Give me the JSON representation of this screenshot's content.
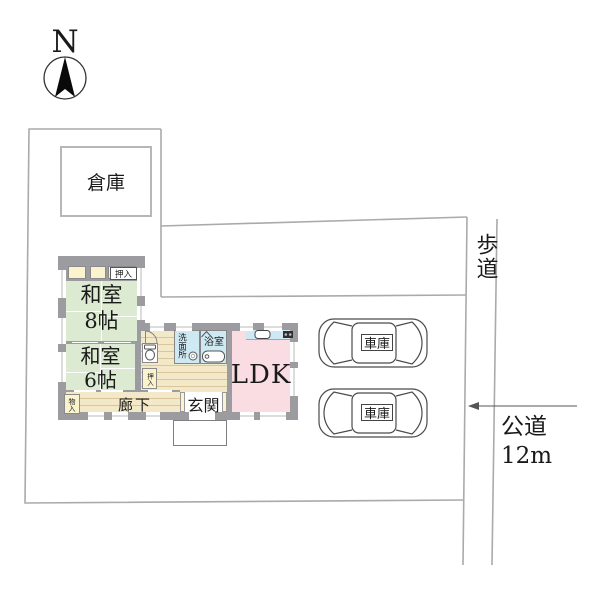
{
  "site_plan": {
    "compass_label": "N",
    "warehouse_label": "倉庫",
    "sidewalk_label": "歩道",
    "road_label": "公道",
    "road_width": "12m",
    "garage_label": "車庫"
  },
  "house": {
    "washitsu8": {
      "line1": "和室",
      "line2": "8帖"
    },
    "washitsu6": {
      "line1": "和室",
      "line2": "6帖"
    },
    "ldk_label": "LDK",
    "genkan_label": "玄関",
    "rouka_label": "廊下",
    "senmenjo_label": "洗面所",
    "yokushitsu_label": "浴室",
    "oshiire_top_label": "押入",
    "oshiire_small_label": "押入",
    "monoire_label": "物入"
  },
  "colors": {
    "tatami_green": "#dcead2",
    "wood_floor": "#f3e9c9",
    "wet_room_blue": "#cfe9f4",
    "ldk_pink": "#fadde2",
    "closet_cream": "#fbf3cd",
    "wall_gray": "#9c9ca0",
    "boundary_gray": "#aaaaaa"
  }
}
